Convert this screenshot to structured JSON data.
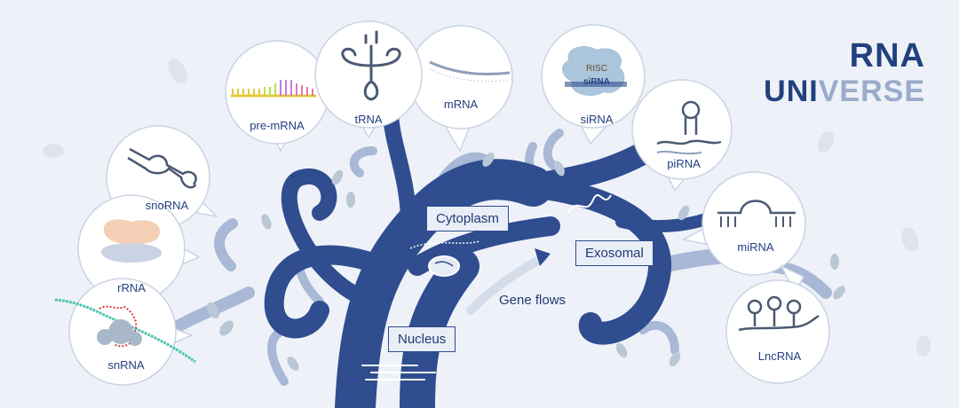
{
  "brand": {
    "line1": "RNA",
    "line2a": "UNI",
    "line2b": "VERSE"
  },
  "bubbles": {
    "pre_mrna": "pre-mRNA",
    "trna": "tRNA",
    "mrna": "mRNA",
    "sirna": "siRNA",
    "pirna": "piRNA",
    "mirna": "miRNA",
    "lncrna": "LncRNA",
    "snorna": "snoRNA",
    "rrna": "rRNA",
    "snrna": "snRNA"
  },
  "risc": {
    "top": "RISC",
    "bottom": "siRNA"
  },
  "locations": {
    "cytoplasm": "Cytoplasm",
    "exosomal": "Exosomal",
    "nucleus": "Nucleus"
  },
  "flow_label": "Gene flows",
  "colors": {
    "background": "#eef2f8",
    "trunk": "#2f4d8f",
    "branch_light": "#a9b8d6",
    "leaf": "#b9c8d4",
    "bubble": "#ffffff",
    "title_dark": "#23407e",
    "title_light": "#9aabcb"
  }
}
